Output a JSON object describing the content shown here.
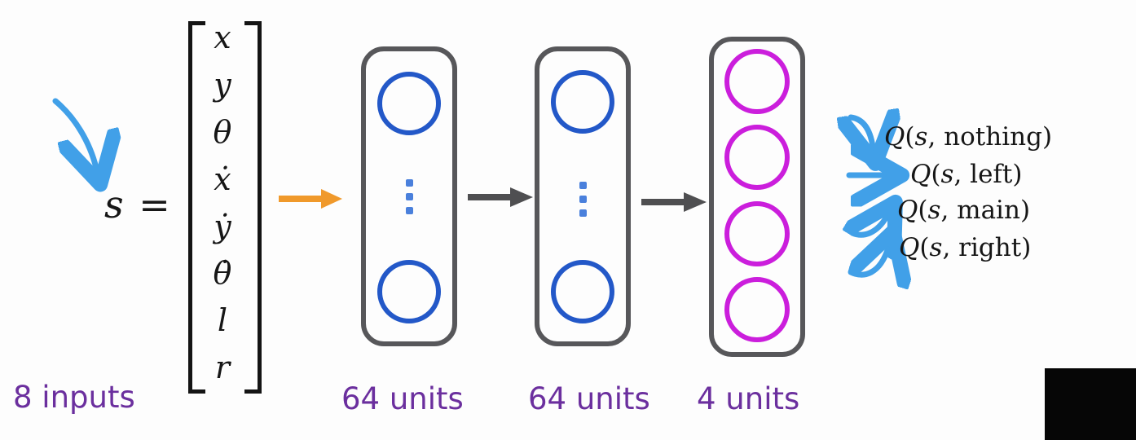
{
  "diagram_type": "neural-network-architecture",
  "state": {
    "symbol": "s",
    "equals": "=",
    "vector_entries": [
      "x",
      "y",
      "θ",
      "ẋ",
      "ẏ",
      "θ̇",
      "l",
      "r"
    ],
    "label": "8 inputs"
  },
  "layers": [
    {
      "label": "64 units",
      "neuron_color_name": "blue",
      "visible_neurons": 2,
      "has_ellipsis": true
    },
    {
      "label": "64 units",
      "neuron_color_name": "blue",
      "visible_neurons": 2,
      "has_ellipsis": true
    },
    {
      "label": "4 units",
      "neuron_color_name": "magenta",
      "visible_neurons": 4,
      "has_ellipsis": false
    }
  ],
  "punct": {
    "open": "(",
    "comma": ", ",
    "close": ")"
  },
  "outputs": [
    {
      "func": "Q",
      "state": "s",
      "action": "nothing"
    },
    {
      "func": "Q",
      "state": "s",
      "action": "left"
    },
    {
      "func": "Q",
      "state": "s",
      "action": "main"
    },
    {
      "func": "Q",
      "state": "s",
      "action": "right"
    }
  ],
  "icons": {
    "input_pointer": "hand-drawn curved arrow pointing down-right at s",
    "input_arrow": "orange right arrow into layer 1",
    "layer_arrows": "dark gray right arrows between layers",
    "output_arrows": "hand-drawn blue arrows (curved down, straight, curved up, curled up) to Q values"
  },
  "colors": {
    "hidden_neuron": "#2358c8",
    "output_neuron": "#cb1edc",
    "ellipsis_dot": "#4a80dc",
    "layer_border": "#57575a",
    "orange_arrow": "#f0992b",
    "gray_arrow": "#4f4f51",
    "blue_arrow": "#41a0e8",
    "label_purple": "#6b2f9e",
    "math_black": "#161616"
  }
}
